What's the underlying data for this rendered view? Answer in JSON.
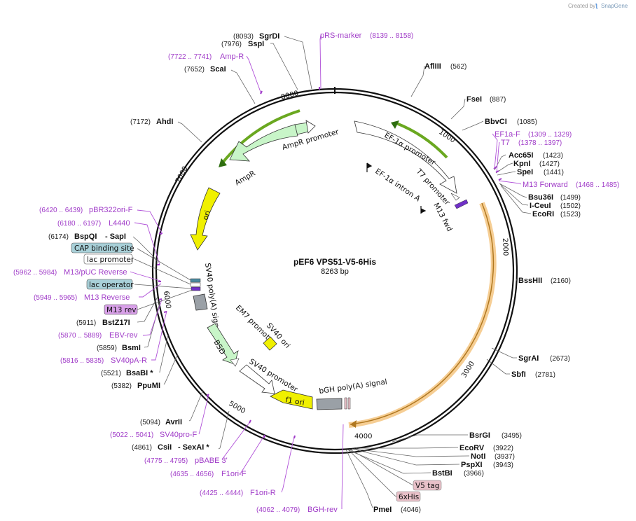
{
  "credit": {
    "prefix": "Created by",
    "brand": "SnapGene"
  },
  "plasmid": {
    "name": "pEF6 VPS51-V5-6His",
    "size": "8263 bp"
  },
  "ticks": [
    "1000",
    "2000",
    "3000",
    "4000",
    "5000",
    "6000",
    "7000",
    "8000"
  ],
  "sites_right": [
    {
      "name": "AflIII",
      "pos": "(562)"
    },
    {
      "name": "FseI",
      "pos": "(887)"
    },
    {
      "name": "BbvCI",
      "pos": "(1085)"
    },
    {
      "name": "Acc65I",
      "pos": "(1423)"
    },
    {
      "name": "KpnI",
      "pos": "(1427)"
    },
    {
      "name": "SpeI",
      "pos": "(1441)"
    },
    {
      "name": "Bsu36I",
      "pos": "(1499)"
    },
    {
      "name": "I-CeuI",
      "pos": "(1502)"
    },
    {
      "name": "EcoRI",
      "pos": "(1523)"
    },
    {
      "name": "BssHII",
      "pos": "(2160)"
    },
    {
      "name": "SgrAI",
      "pos": "(2673)"
    },
    {
      "name": "SbfI",
      "pos": "(2781)"
    },
    {
      "name": "BsrGI",
      "pos": "(3495)"
    },
    {
      "name": "EcoRV",
      "pos": "(3922)"
    },
    {
      "name": "NotI",
      "pos": "(3937)"
    },
    {
      "name": "PspXI",
      "pos": "(3943)"
    },
    {
      "name": "BstBI",
      "pos": "(3966)"
    },
    {
      "name": "PmeI",
      "pos": "(4046)"
    }
  ],
  "primers_right": [
    {
      "name": "EF1a-F",
      "pos": "(1309 .. 1329)"
    },
    {
      "name": "T7",
      "pos": "(1378 .. 1397)"
    },
    {
      "name": "M13 Forward",
      "pos": "(1468 .. 1485)"
    }
  ],
  "tags_right": [
    "V5 tag",
    "6xHis"
  ],
  "sites_left": [
    {
      "name": "SgrDI",
      "pos": "(8093)"
    },
    {
      "name": "SspI",
      "pos": "(7976)"
    },
    {
      "name": "ScaI",
      "pos": "(7652)"
    },
    {
      "name": "AhdI",
      "pos": "(7172)"
    },
    {
      "name": "BspQI",
      "pos": "(6174)",
      "extra": "- SapI"
    },
    {
      "name": "BstZ17I",
      "pos": "(5911)"
    },
    {
      "name": "BsmI",
      "pos": "(5859)"
    },
    {
      "name": "BsaBI *",
      "pos": "(5521)"
    },
    {
      "name": "PpuMI",
      "pos": "(5382)"
    },
    {
      "name": "AvrII",
      "pos": "(5094)"
    },
    {
      "name": "CsiI",
      "pos": "(4861)",
      "extra": "- SexAI *"
    }
  ],
  "primers_left": [
    {
      "name": "pRS-marker",
      "pos": "(8139 .. 8158)"
    },
    {
      "name": "Amp-R",
      "pos": "(7722 .. 7741)"
    },
    {
      "name": "pBR322ori-F",
      "pos": "(6420 .. 6439)"
    },
    {
      "name": "L4440",
      "pos": "(6180 .. 6197)"
    },
    {
      "name": "M13/pUC Reverse",
      "pos": "(5962 .. 5984)"
    },
    {
      "name": "M13 Reverse",
      "pos": "(5949 .. 5965)"
    },
    {
      "name": "EBV-rev",
      "pos": "(5870 .. 5889)"
    },
    {
      "name": "SV40pA-R",
      "pos": "(5816 .. 5835)"
    },
    {
      "name": "SV40pro-F",
      "pos": "(5022 .. 5041)"
    },
    {
      "name": "pBABE 3'",
      "pos": "(4775 .. 4795)"
    },
    {
      "name": "F1ori-F",
      "pos": "(4635 .. 4656)"
    },
    {
      "name": "F1ori-R",
      "pos": "(4425 .. 4444)"
    },
    {
      "name": "BGH-rev",
      "pos": "(4062 .. 4079)"
    }
  ],
  "boxes_left": [
    "CAP binding site",
    "lac promoter",
    "lac operator",
    "M13 rev"
  ],
  "features": {
    "ampr_promoter": "AmpR promoter",
    "ampr": "AmpR",
    "ori": "ori",
    "ef1a_promoter": "EF-1α promoter",
    "ef1a_intron": "EF-1α intron A",
    "t7_promoter": "T7 promoter",
    "m13_fwd": "M13 fwd",
    "sv40_polya": "SV40 poly(A) signal",
    "em7": "EM7 promoter",
    "bsd": "BSD",
    "sv40_ori": "SV40 ori",
    "sv40_promoter": "SV40 promoter",
    "f1_ori": "f1 ori",
    "bgh": "bGH poly(A) signal"
  },
  "colors": {
    "ampr_fill": "#c8f5c8",
    "ori_fill": "#f0f000",
    "cds_highlight": "#f5c988",
    "green_arrow": "#6aa820",
    "primer": "#a03cc8",
    "cap_box": "#a8d0d8",
    "m13rev_box": "#d8a0e8",
    "tag_box": "#e8c0c8"
  }
}
